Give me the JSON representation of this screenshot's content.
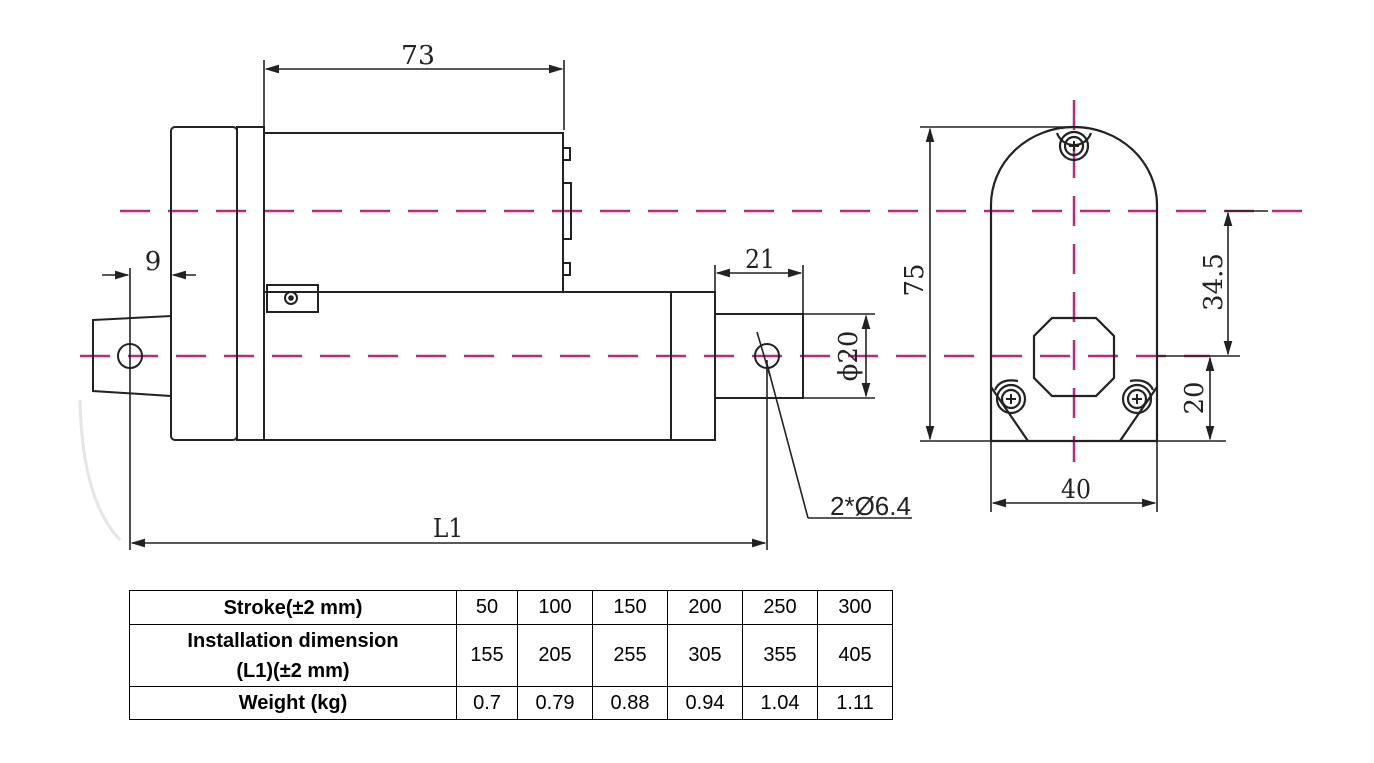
{
  "drawing": {
    "dims": {
      "body_length": "73",
      "clevis_offset": "9",
      "rod_end_length": "21",
      "rod_diameter": "ϕ20",
      "overall_length": "L1",
      "hole_spec": "2*Ø6.4",
      "total_height": "75",
      "axis_offset": "34.5",
      "bottom_offset": "20",
      "width": "40"
    },
    "colors": {
      "line": "#222222",
      "centerline": "#c0287a"
    }
  },
  "table": {
    "rows": [
      {
        "header": "Stroke(±2 mm)",
        "values": [
          "50",
          "100",
          "150",
          "200",
          "250",
          "300"
        ]
      },
      {
        "header_line1": "Installation dimension",
        "header_line2": "(L1)(±2 mm)",
        "values": [
          "155",
          "205",
          "255",
          "305",
          "355",
          "405"
        ]
      },
      {
        "header": "Weight (kg)",
        "values": [
          "0.7",
          "0.79",
          "0.88",
          "0.94",
          "1.04",
          "1.11"
        ]
      }
    ]
  }
}
